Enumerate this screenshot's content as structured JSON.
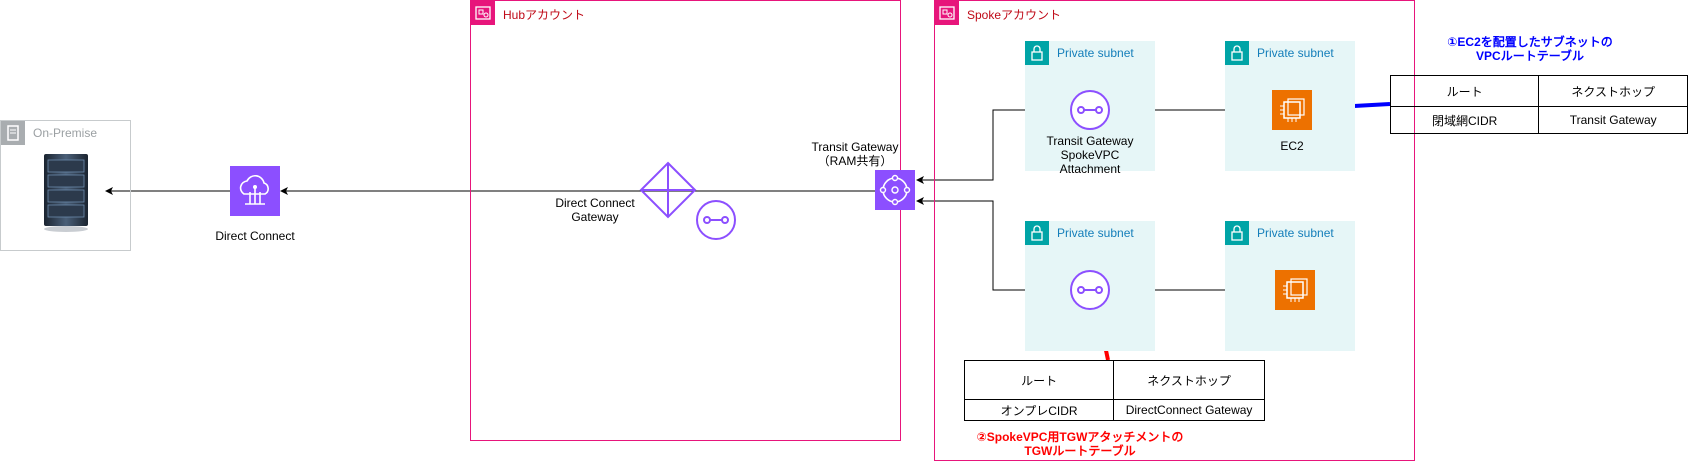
{
  "accounts": {
    "hub": {
      "label": "Hubアカウント"
    },
    "spoke": {
      "label": "Spokeアカウント"
    }
  },
  "onprem": {
    "label": "On-Premise"
  },
  "subnets": [
    {
      "label": "Private subnet"
    },
    {
      "label": "Private subnet"
    },
    {
      "label": "Private subnet"
    },
    {
      "label": "Private subnet"
    }
  ],
  "nodes": {
    "direct_connect": "Direct Connect",
    "dx_gateway": "Direct Connect\nGateway",
    "transit_gateway": "Transit Gateway\n（RAM共有）",
    "tgw_attachment": "Transit Gateway\nSpokeVPC\nAttachment",
    "ec2": "EC2"
  },
  "route_table_1": {
    "header": [
      "ルート",
      "ネクストホップ"
    ],
    "row": [
      "閉域網CIDR",
      "Transit Gateway"
    ],
    "note": "①EC2を配置したサブネットの\nVPCルートテーブル"
  },
  "route_table_2": {
    "header": [
      "ルート",
      "ネクストホップ"
    ],
    "row": [
      "オンプレCIDR",
      "DirectConnect Gateway"
    ],
    "note": "②SpokeVPC用TGWアタッチメントの\nTGWルートテーブル"
  },
  "colors": {
    "account_border": "#e7157b",
    "account_label": "#bf0816",
    "subnet_fill": "#e6f6f7",
    "subnet_label": "#147eba",
    "network_purple": "#8c4fff",
    "compute_orange": "#ed7100",
    "note_blue": "#0000ff",
    "note_red": "#ff0000"
  }
}
